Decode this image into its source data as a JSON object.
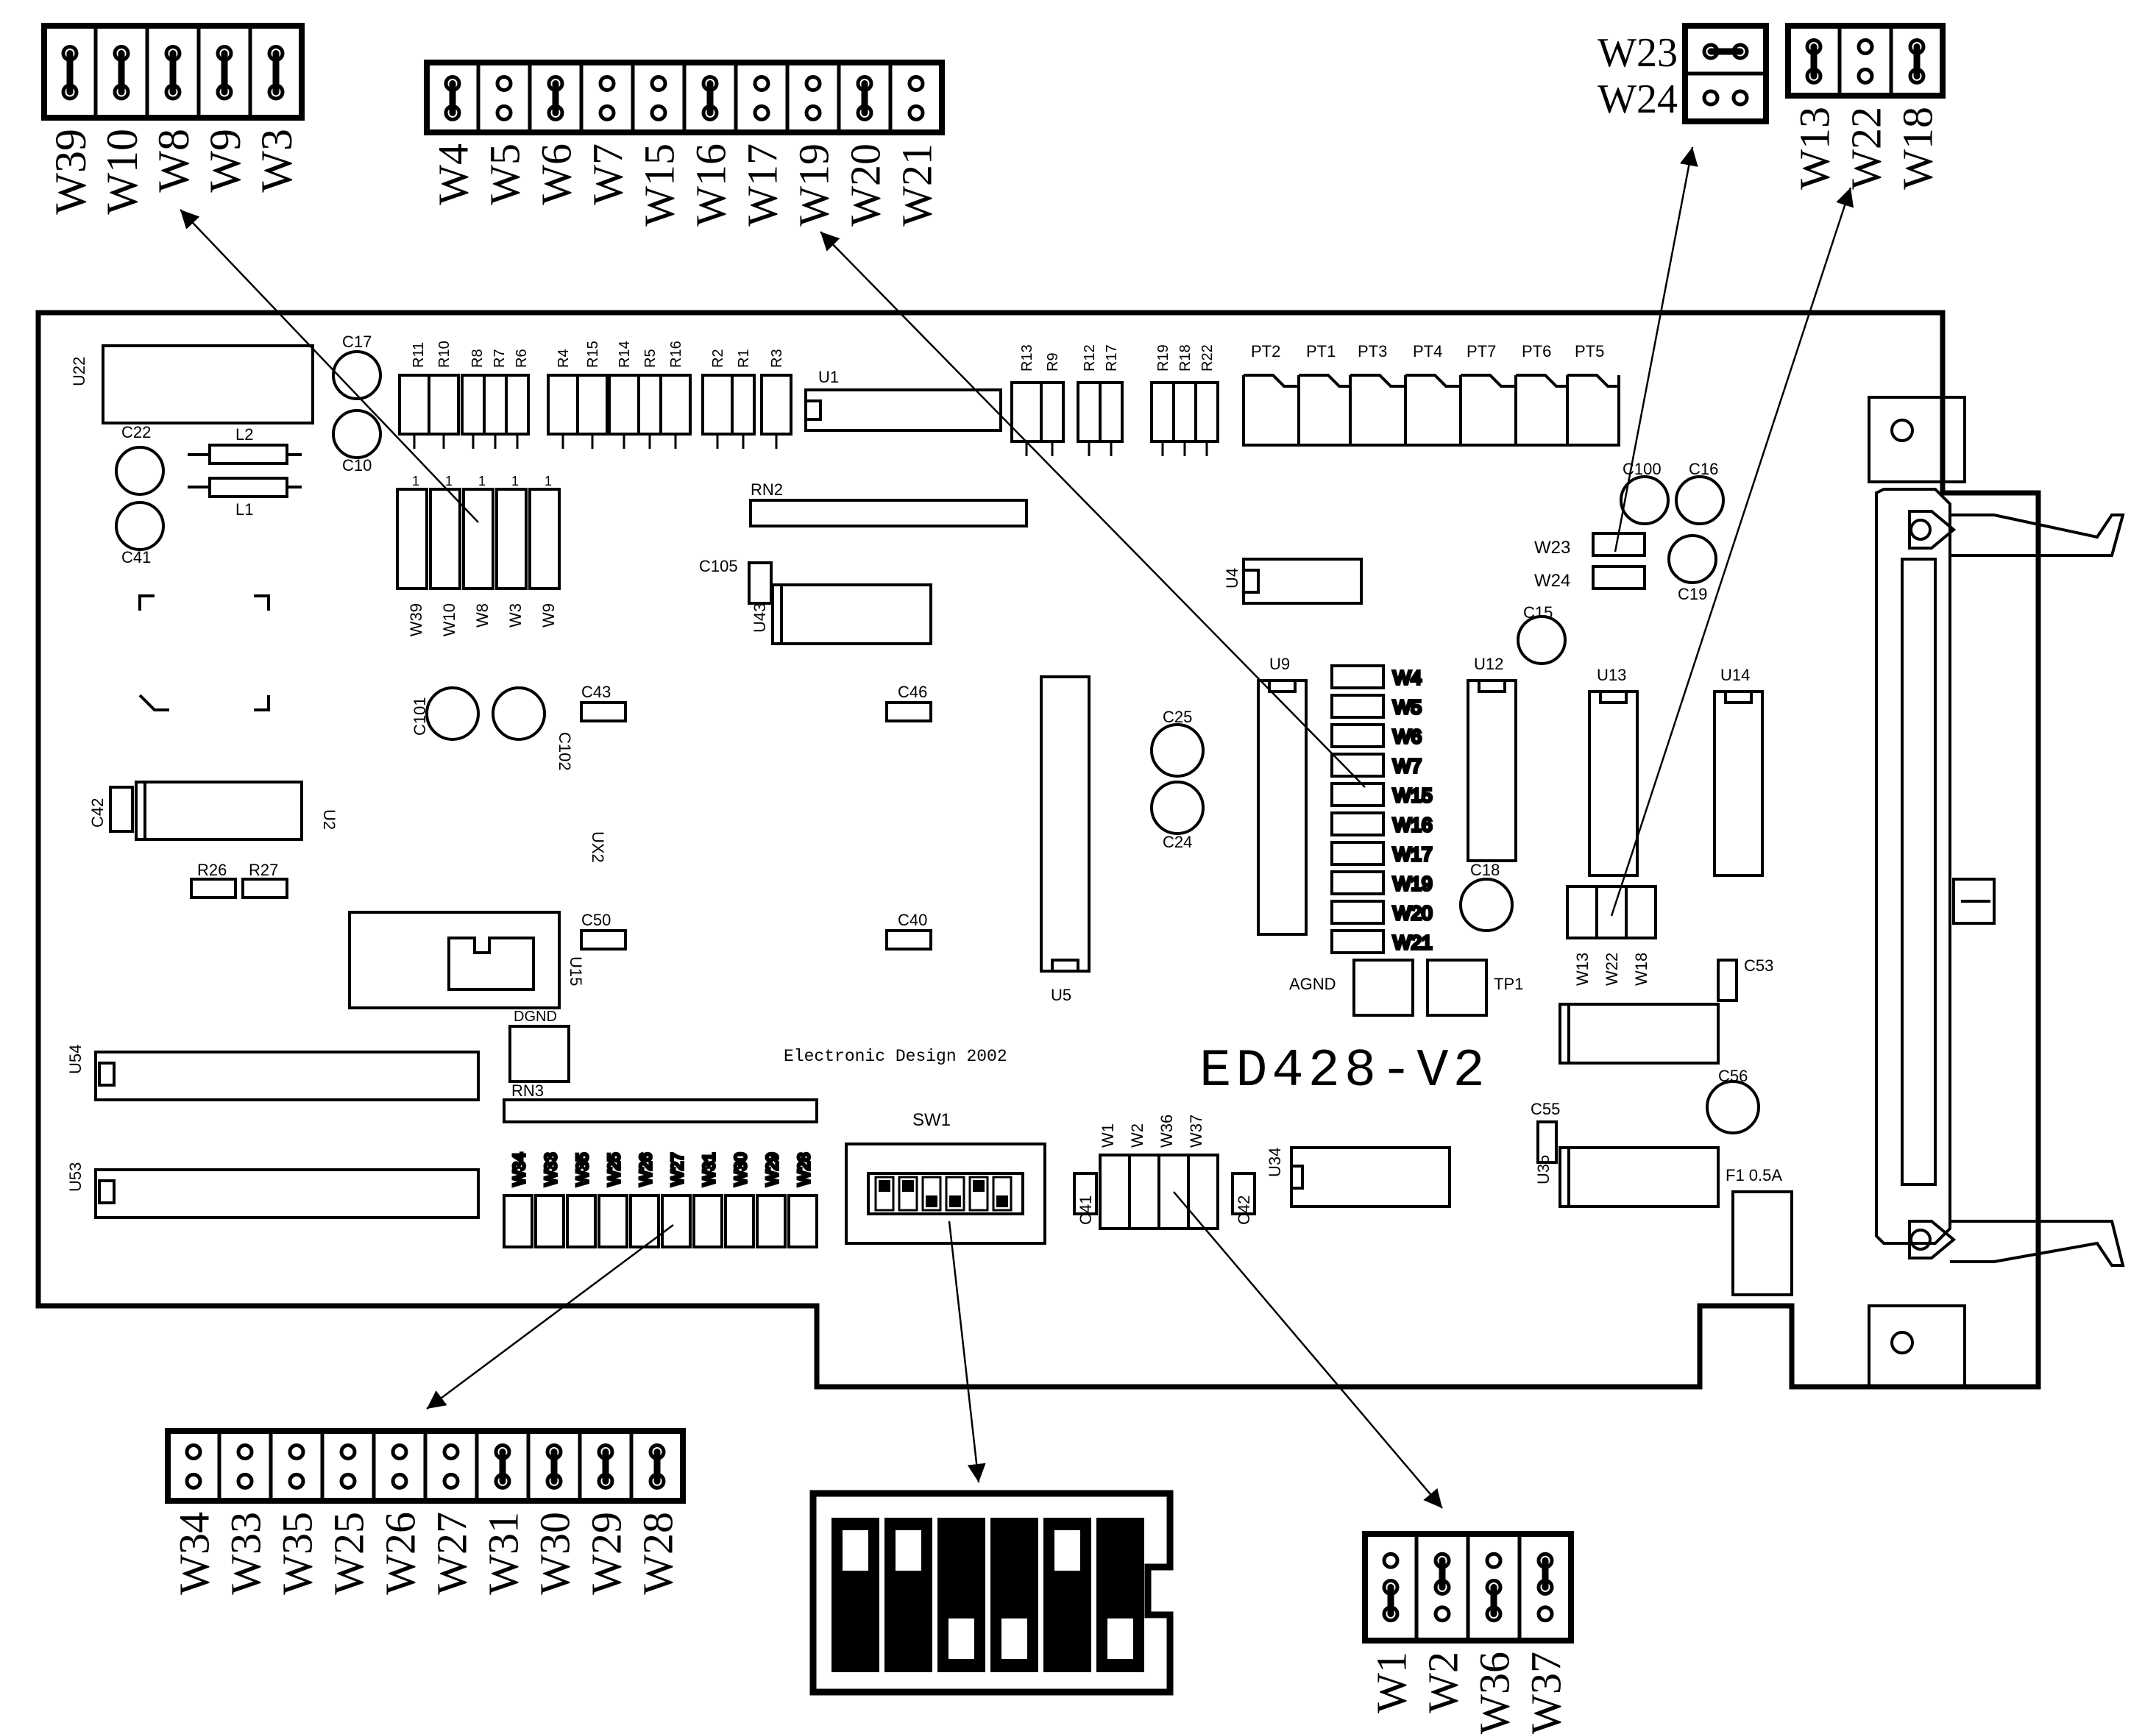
{
  "board": {
    "name": "ED428-V2",
    "credit": "Electronic Design 2002",
    "fuse": "F1 0.5A",
    "agnd": "AGND",
    "dgnd": "DGND",
    "tp1": "TP1",
    "sw_label": "SW1"
  },
  "jumper_sets": [
    {
      "id": "top-left",
      "labels": [
        "W39",
        "W10",
        "W8",
        "W9",
        "W3"
      ],
      "jumped": [
        true,
        true,
        true,
        true,
        true
      ],
      "pin_at": [
        null,
        "bottom",
        "top",
        "top",
        "top"
      ]
    },
    {
      "id": "top-mid",
      "labels": [
        "W4",
        "W5",
        "W6",
        "W7",
        "W15",
        "W16",
        "W17",
        "W19",
        "W20",
        "W21"
      ],
      "jumped": [
        true,
        false,
        true,
        false,
        false,
        true,
        false,
        false,
        true,
        false
      ]
    },
    {
      "id": "top-right-h",
      "labels": [
        "W23",
        "W24"
      ],
      "jumped": [
        true,
        false
      ]
    },
    {
      "id": "top-right",
      "labels": [
        "W13",
        "W22",
        "W18"
      ],
      "jumped": [
        true,
        false,
        true
      ]
    },
    {
      "id": "bottom-left",
      "labels": [
        "W34",
        "W33",
        "W35",
        "W25",
        "W26",
        "W27",
        "W31",
        "W30",
        "W29",
        "W28"
      ],
      "jumped": [
        false,
        false,
        false,
        false,
        false,
        false,
        true,
        true,
        true,
        true
      ]
    },
    {
      "id": "bottom-right",
      "labels": [
        "W1",
        "W2",
        "W36",
        "W37"
      ],
      "jumped": [
        true,
        true,
        true,
        true
      ],
      "pos": [
        "bottom",
        "top",
        "bottom",
        "top"
      ]
    }
  ],
  "dip_switch": {
    "positions": [
      "up",
      "up",
      "down",
      "down",
      "up",
      "down"
    ]
  },
  "components": {
    "resistors_top": [
      "R11",
      "R10",
      "R8",
      "R7",
      "R6",
      "R4",
      "R15",
      "R14",
      "R5",
      "R16",
      "R2",
      "R1",
      "R3"
    ],
    "resistors_right": [
      "R13",
      "R9",
      "R12",
      "R17",
      "R19",
      "R18",
      "R22"
    ],
    "pots": [
      "PT2",
      "PT1",
      "PT3",
      "PT4",
      "PT7",
      "PT6",
      "PT5"
    ],
    "board_jumpers_left": [
      "W39",
      "W10",
      "W8",
      "W3",
      "W9"
    ],
    "board_jumpers_mid": [
      "W4",
      "W5",
      "W6",
      "W7",
      "W15",
      "W16",
      "W17",
      "W19",
      "W20",
      "W21"
    ],
    "board_jumpers_bottom": [
      "W34",
      "W33",
      "W35",
      "W25",
      "W26",
      "W27",
      "W31",
      "W30",
      "W29",
      "W28"
    ],
    "board_jumpers_w1": [
      "W1",
      "W2",
      "W36",
      "W37"
    ],
    "board_jumpers_w13": [
      "W13",
      "W22",
      "W18"
    ],
    "board_jumpers_w23": [
      "W23",
      "W24"
    ],
    "ic": [
      "U22",
      "U1",
      "U4",
      "U43",
      "U9",
      "U12",
      "U13",
      "U14",
      "U5",
      "U2",
      "UX2",
      "U15",
      "U54",
      "U53",
      "U34",
      "U35"
    ],
    "caps": [
      "C17",
      "C10",
      "C22",
      "C41",
      "C105",
      "C100",
      "C16",
      "C19",
      "C15",
      "C101",
      "C102",
      "C43",
      "C46",
      "C25",
      "C24",
      "C18",
      "C42",
      "C50",
      "C40",
      "C53",
      "C55",
      "C56"
    ],
    "misc": [
      "L2",
      "L1",
      "RN2",
      "RN3",
      "R26",
      "R27",
      "C41",
      "C42"
    ],
    "ones": [
      "1",
      "1",
      "1",
      "1",
      "1"
    ]
  }
}
